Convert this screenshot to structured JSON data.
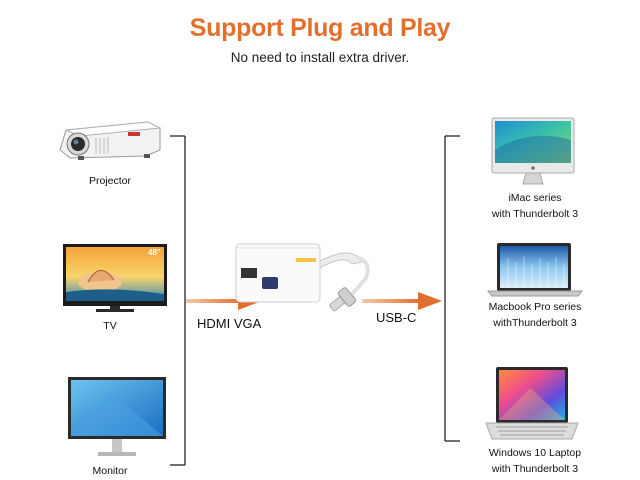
{
  "header": {
    "title": "Support Plug and Play",
    "subtitle": "No need to install extra driver."
  },
  "inputs": {
    "connector_label": "HDMI VGA",
    "devices": [
      {
        "label": "Projector",
        "icon": "projector-icon"
      },
      {
        "label": "TV",
        "icon": "tv-icon",
        "badge": "48\""
      },
      {
        "label": "Monitor",
        "icon": "monitor-icon"
      }
    ]
  },
  "outputs": {
    "connector_label": "USB-C",
    "devices": [
      {
        "line1": "iMac series",
        "line2": "with Thunderbolt 3",
        "icon": "imac-icon"
      },
      {
        "line1": "Macbook Pro series",
        "line2": "withThunderbolt 3",
        "icon": "macbook-icon"
      },
      {
        "line1": "Windows 10 Laptop",
        "line2": "with Thunderbolt 3",
        "icon": "laptop-icon"
      }
    ]
  },
  "adapter": {
    "icon": "usb-c-adapter-icon"
  },
  "colors": {
    "accent": "#e36f2c",
    "bracket": "#222222"
  }
}
